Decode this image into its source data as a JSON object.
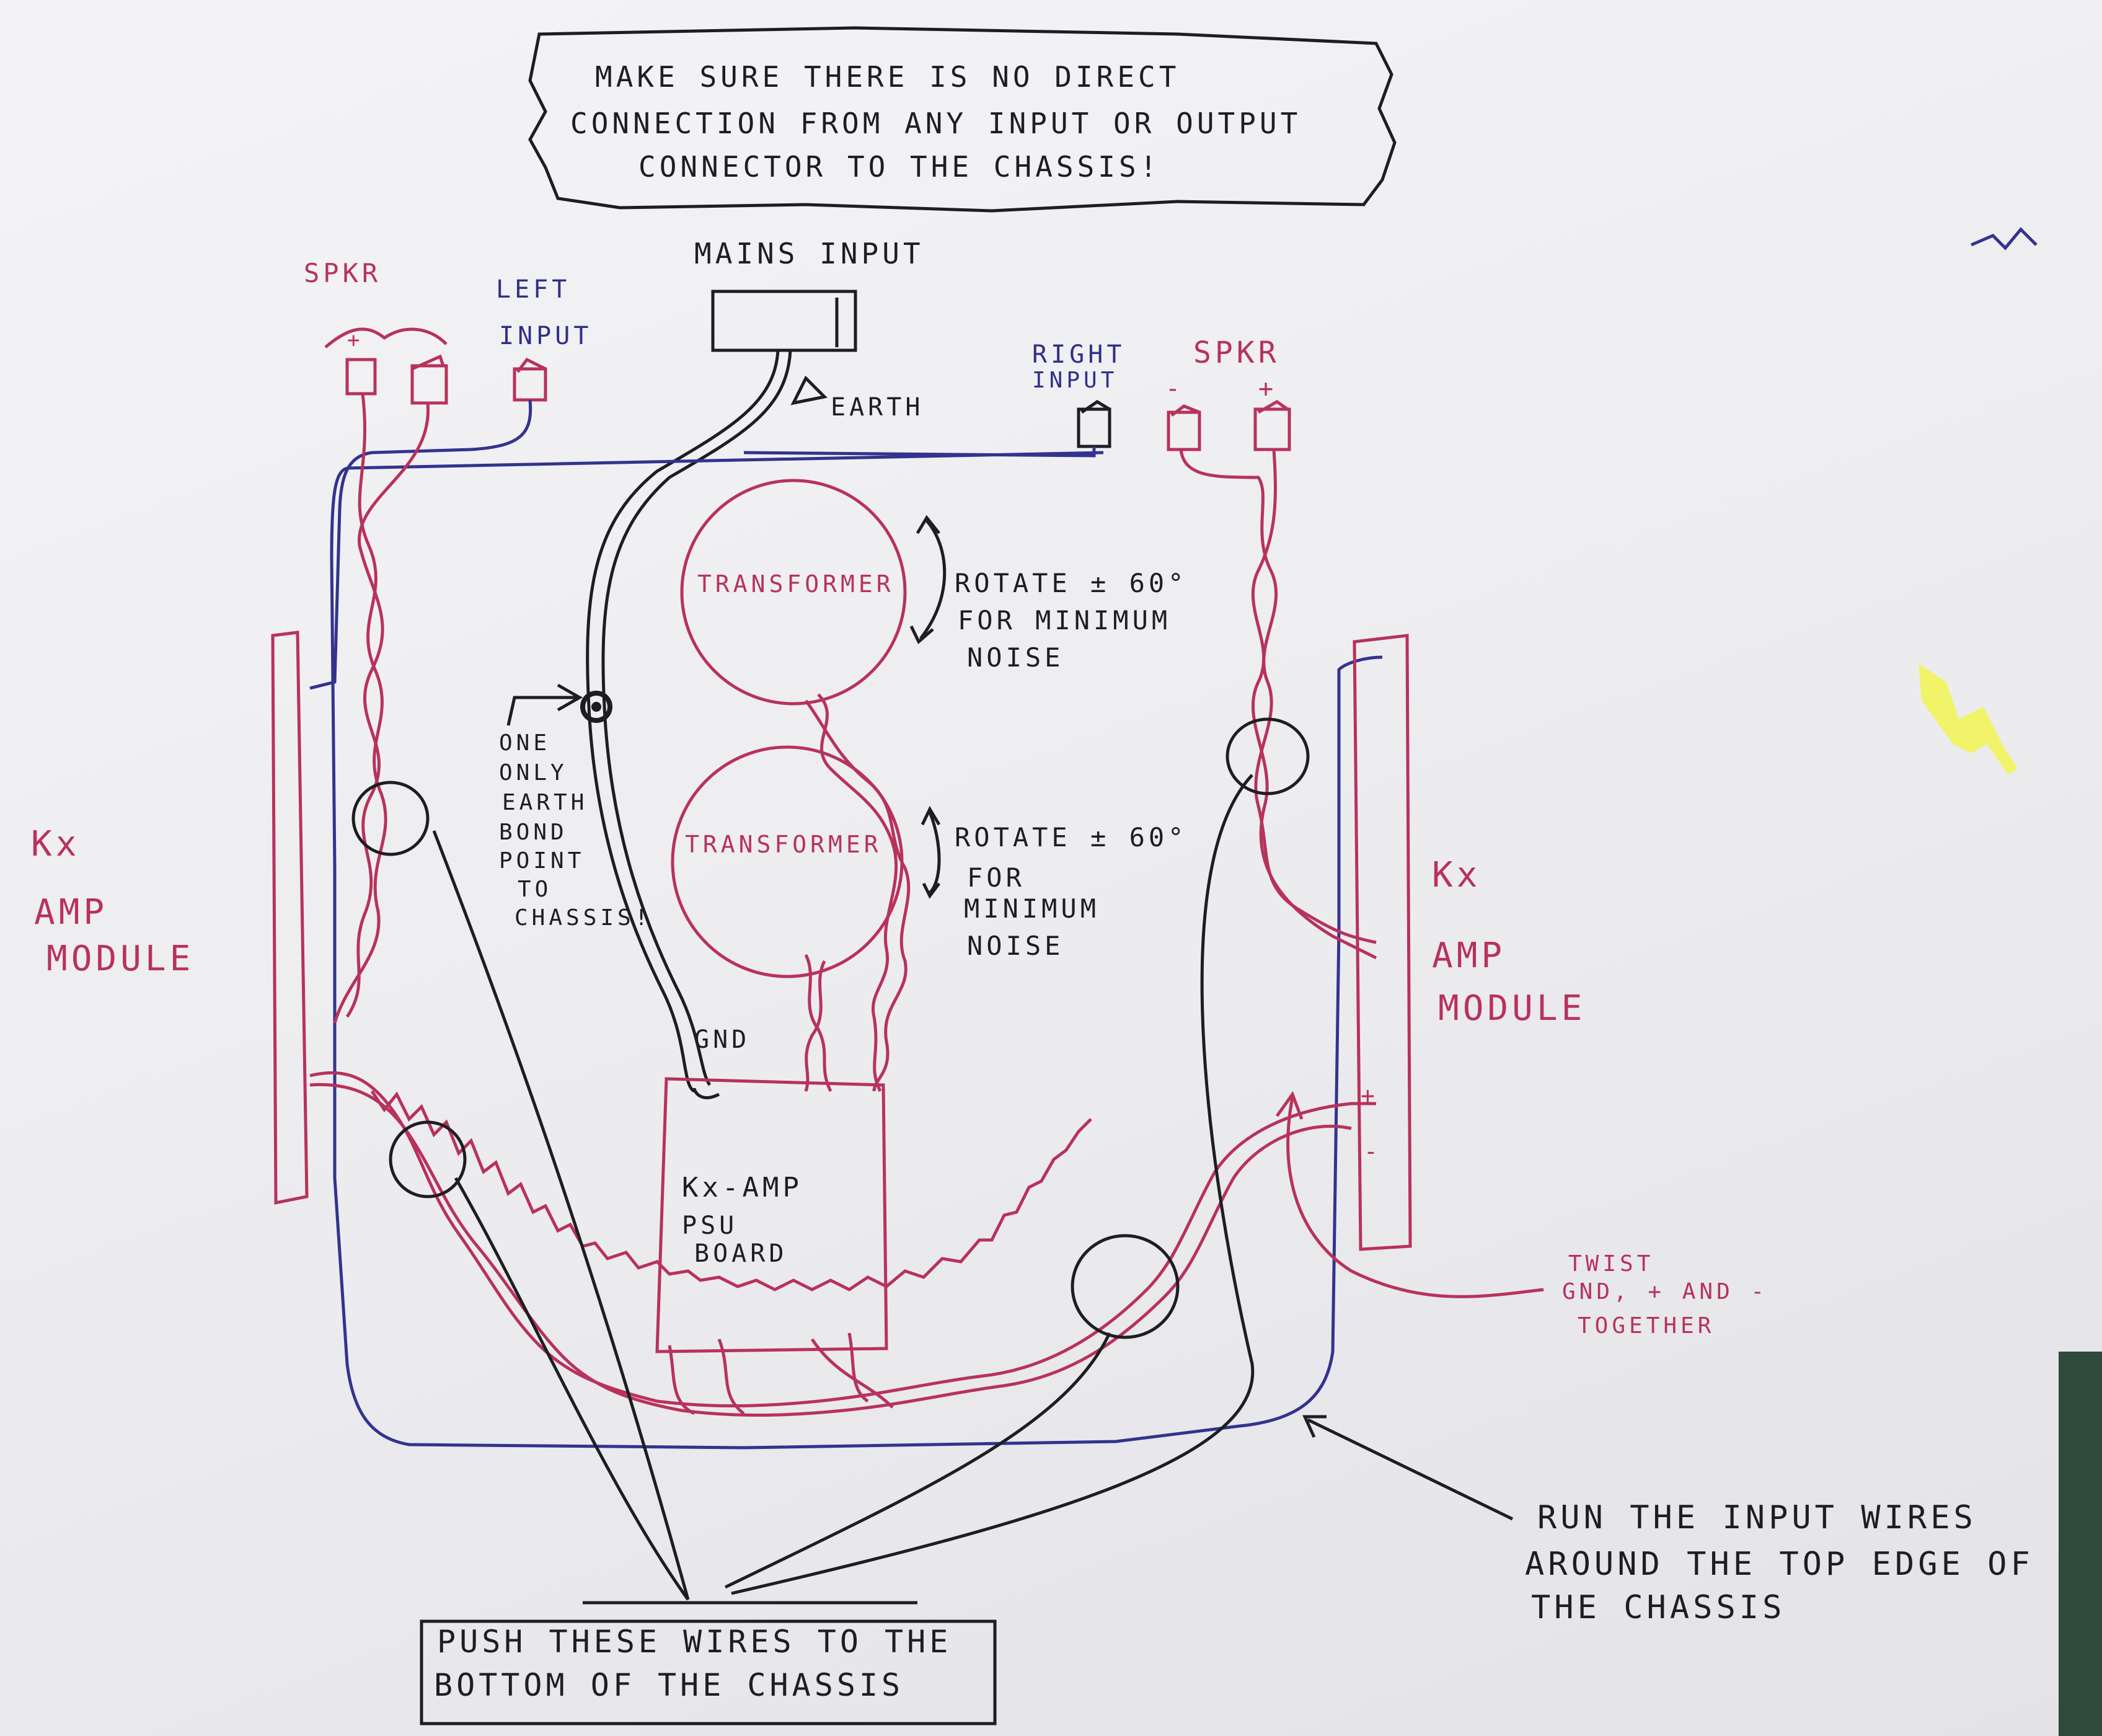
{
  "notes": {
    "top_warning": [
      "MAKE SURE THERE IS NO DIRECT",
      "CONNECTION FROM ANY INPUT OR OUTPUT",
      "CONNECTOR TO THE CHASSIS!"
    ],
    "mains_input": "MAINS INPUT",
    "earth": "EARTH",
    "left_spkr": "SPKR",
    "left_input": [
      "LEFT",
      "INPUT"
    ],
    "right_input": [
      "RIGHT",
      "INPUT"
    ],
    "right_spkr": "SPKR",
    "transformer_top": "TRANSFORMER",
    "transformer_bottom": "TRANSFORMER",
    "rotate_top": [
      "ROTATE ± 60°",
      "FOR MINIMUM",
      "NOISE"
    ],
    "rotate_bottom": [
      "ROTATE ± 60°",
      "FOR",
      "MINIMUM",
      "NOISE"
    ],
    "earth_bond": [
      "ONE",
      "ONLY",
      "EARTH",
      "BOND",
      "POINT",
      "TO",
      "CHASSIS!"
    ],
    "gnd": "GND",
    "psu_board": [
      "Kx-AMP",
      "PSU",
      "BOARD"
    ],
    "left_module": [
      "Kx",
      "AMP",
      "MODULE"
    ],
    "right_module": [
      "Kx",
      "AMP",
      "MODULE"
    ],
    "twist_note": [
      "TWIST",
      "GND, + AND -",
      "TOGETHER"
    ],
    "run_wires": [
      "RUN THE INPUT WIRES",
      "AROUND THE TOP EDGE OF",
      "THE CHASSIS"
    ],
    "push_wires": [
      "PUSH THESE WIRES TO THE",
      "BOTTOM OF THE CHASSIS"
    ],
    "plus": "+",
    "minus": "-"
  },
  "colors": {
    "ink_black": "#1d1d22",
    "ink_red": "#b8325a",
    "ink_blue": "#2f2f8a",
    "highlighter": "#f2f55a"
  }
}
